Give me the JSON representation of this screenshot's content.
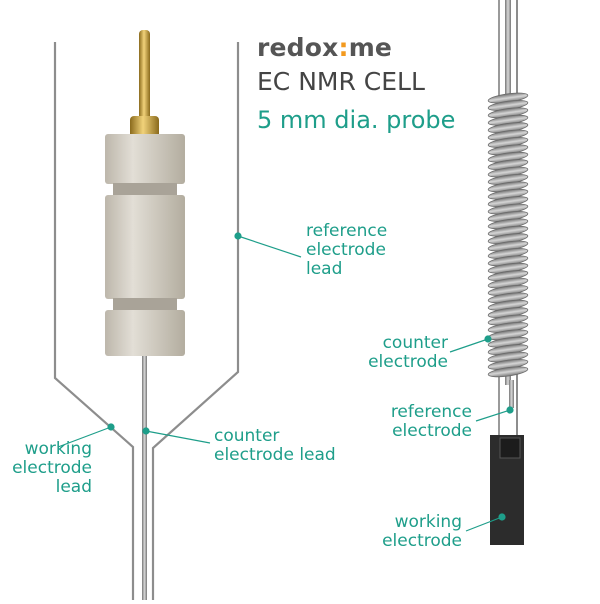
{
  "header": {
    "brand_part1": "redox",
    "brand_accent": ":",
    "brand_part2": "me",
    "title": "EC NMR CELL",
    "subtitle": "5 mm dia. probe"
  },
  "labels": {
    "reference_lead": [
      "reference",
      "electrode",
      "lead"
    ],
    "counter_lead": [
      "counter",
      "electrode lead"
    ],
    "working_lead": [
      "working",
      "electrode",
      "lead"
    ],
    "counter_electrode": [
      "counter",
      "electrode"
    ],
    "reference_electrode": [
      "reference",
      "electrode"
    ],
    "working_electrode": [
      "working",
      "electrode"
    ]
  },
  "colors": {
    "accent_teal": "#1e9e8a",
    "brand_orange": "#f39a1e",
    "wire": "#8d8d8d",
    "connector_body": "#d6d1c6",
    "pin_gold": "#c9a13a",
    "working_block": "#2c2c2c"
  }
}
